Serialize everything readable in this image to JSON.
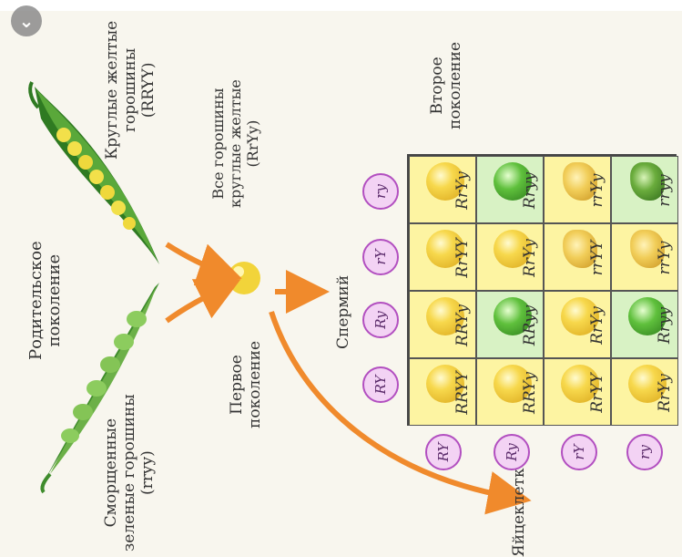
{
  "labels": {
    "parental": "Родительское\nпоколение",
    "yellow_round": "Круглые желтые\nгорошины\n(RRYY)",
    "green_wrinkled": "Сморщенные\nзеленые горошины\n(rryy)",
    "all_peas": "Все горошины\nкруглые желтые\n(RrYy)",
    "first_gen": "Первое\nпоколение",
    "second_gen": "Второе\nпоколение",
    "sperm": "Спермий",
    "egg": "Яйцеклетка"
  },
  "gametes": [
    "RY",
    "Ry",
    "rY",
    "ry"
  ],
  "punnett": [
    [
      {
        "g": "RRYY",
        "pea": "yellow-round"
      },
      {
        "g": "RRYy",
        "pea": "yellow-round"
      },
      {
        "g": "RrYY",
        "pea": "yellow-round"
      },
      {
        "g": "RrYy",
        "pea": "yellow-round"
      }
    ],
    [
      {
        "g": "RRYy",
        "pea": "yellow-round"
      },
      {
        "g": "RRyy",
        "pea": "green-round"
      },
      {
        "g": "RrYy",
        "pea": "yellow-round"
      },
      {
        "g": "Rryy",
        "pea": "green-round"
      }
    ],
    [
      {
        "g": "RrYY",
        "pea": "yellow-round"
      },
      {
        "g": "RrYy",
        "pea": "yellow-round"
      },
      {
        "g": "rrYY",
        "pea": "yellow-wrinkled"
      },
      {
        "g": "rrYy",
        "pea": "yellow-wrinkled"
      }
    ],
    [
      {
        "g": "RrYy",
        "pea": "yellow-round"
      },
      {
        "g": "Rryy",
        "pea": "green-round"
      },
      {
        "g": "rrYy",
        "pea": "yellow-wrinkled"
      },
      {
        "g": "rryy",
        "pea": "green-wrinkled"
      }
    ]
  ],
  "colors": {
    "arrow": "#f08a2c",
    "cell_yellow": "#fdf4a2",
    "cell_green": "#d8f2c4",
    "gamete_ring": "#b24fc0"
  },
  "icons": {
    "top_left": "chevron-down-icon"
  }
}
